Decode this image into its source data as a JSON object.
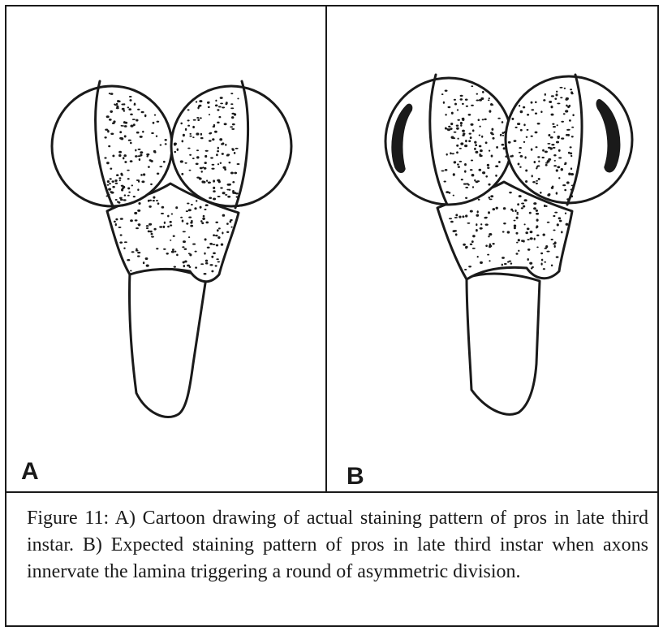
{
  "panels": [
    {
      "label": "A",
      "stained_lamina": false
    },
    {
      "label": "B",
      "stained_lamina": true
    }
  ],
  "caption": "Figure 11: A) Cartoon drawing of actual staining pattern of pros in late third instar.  B)  Expected staining pattern of pros in  late third instar when axons innervate the lamina triggering a round of asymmetric division.",
  "colors": {
    "ink": "#1a1a1a",
    "paper": "#ffffff"
  }
}
